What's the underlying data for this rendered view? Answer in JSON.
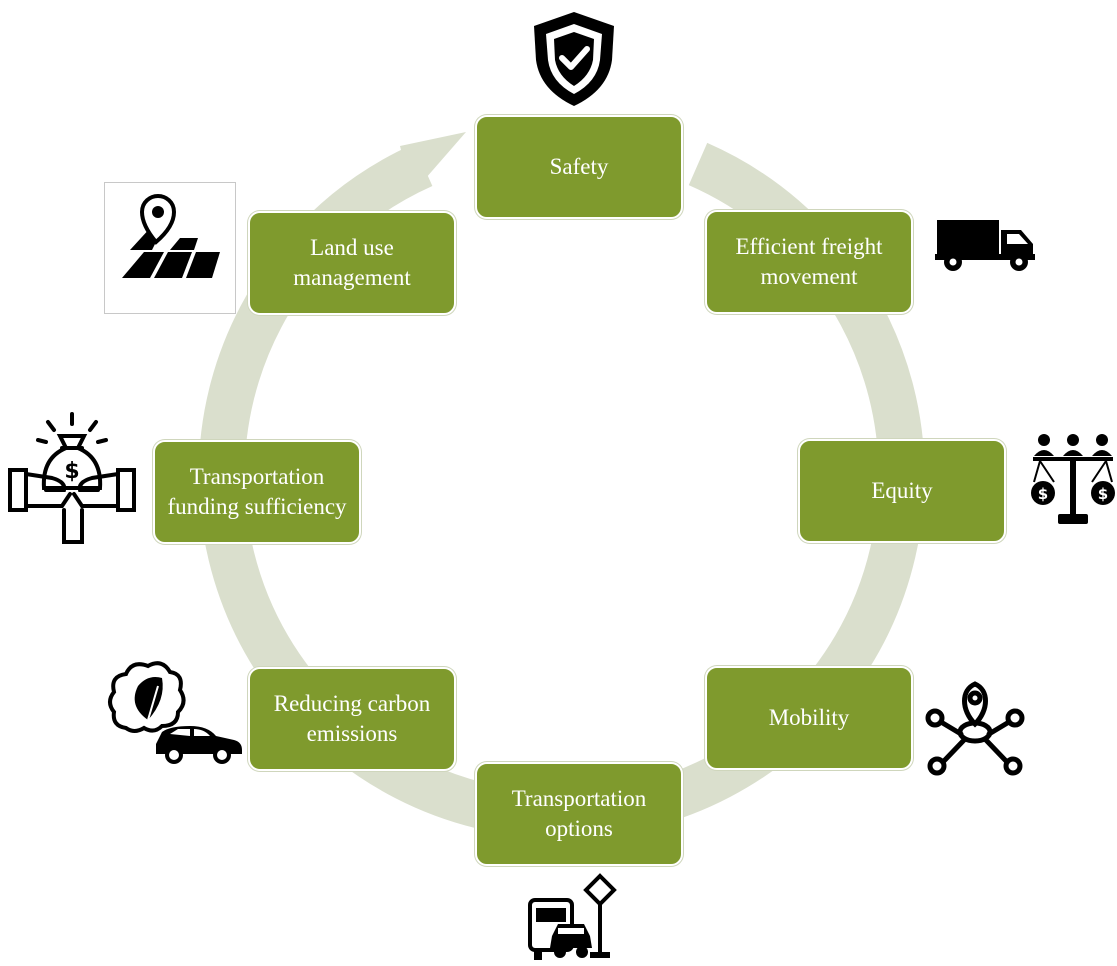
{
  "colors": {
    "node_fill": "#7f9a2d",
    "ring": "#dadfcd",
    "icon": "#000000"
  },
  "cycle": {
    "nodes": [
      {
        "id": "safety",
        "label": "Safety",
        "icon": "shield-check-icon"
      },
      {
        "id": "freight",
        "label": "Efficient freight movement",
        "icon": "truck-icon"
      },
      {
        "id": "equity",
        "label": "Equity",
        "icon": "balance-scale-people-icon"
      },
      {
        "id": "mobility",
        "label": "Mobility",
        "icon": "location-network-icon"
      },
      {
        "id": "options",
        "label": "Transportation options",
        "icon": "bus-car-sign-icon"
      },
      {
        "id": "carbon",
        "label": "Reducing carbon emissions",
        "icon": "car-leaf-smoke-icon"
      },
      {
        "id": "funding",
        "label": "Transportation funding sufficiency",
        "icon": "money-bag-hands-icon"
      },
      {
        "id": "landuse",
        "label": "Land use management",
        "icon": "map-pin-parcels-icon"
      }
    ]
  }
}
